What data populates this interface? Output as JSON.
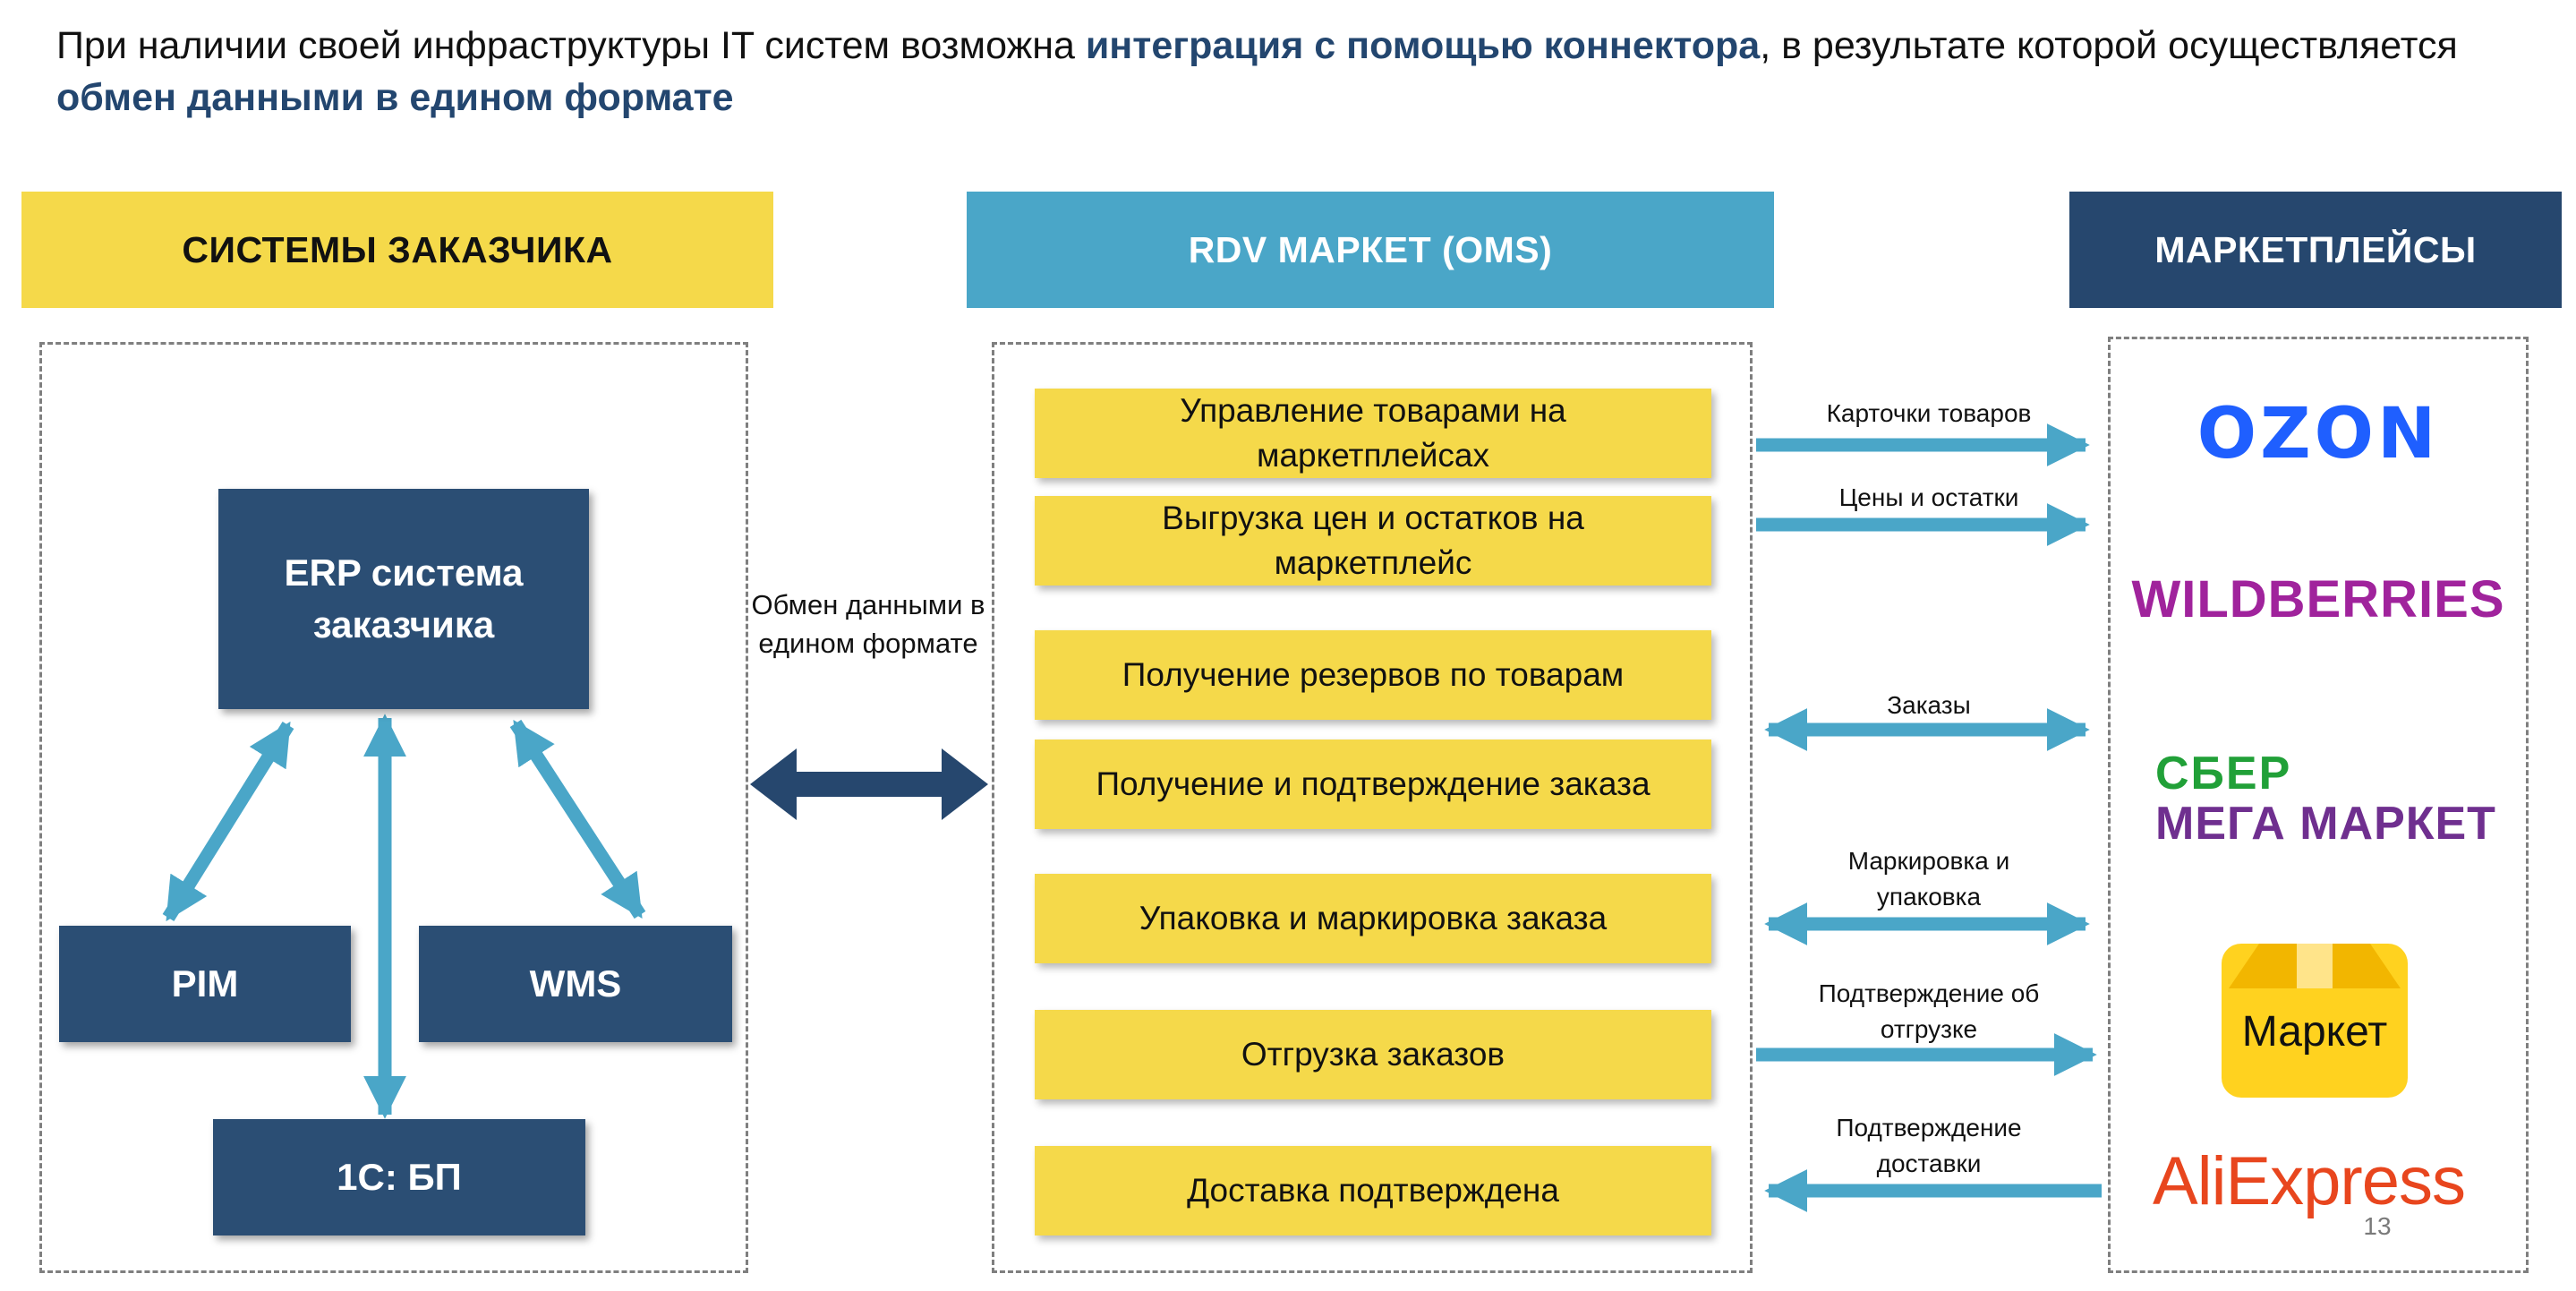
{
  "intro": {
    "part1": "При наличии своей инфраструктуры IT систем возможна ",
    "highlight1": "интеграция с помощью коннектора",
    "part2": ", в результате которой осуществляется ",
    "highlight2": "обмен данными в едином формате"
  },
  "headers": {
    "customer": "СИСТЕМЫ ЗАКАЗЧИКА",
    "oms": "RDV МАРКЕТ (OMS)",
    "marketplaces": "МАРКЕТПЛЕЙСЫ"
  },
  "customer_systems": {
    "erp": "ERP система заказчика",
    "pim": "PIM",
    "wms": "WMS",
    "onec": "1С: БП"
  },
  "exchange_label": "Обмен данными в едином формате",
  "oms_functions": [
    "Управление товарами на маркетплейсах",
    "Выгрузка цен и остатков на маркетплейс",
    "Получение резервов по товарам",
    "Получение и подтверждение заказа",
    "Упаковка и маркировка заказа",
    "Отгрузка заказов",
    "Доставка подтверждена"
  ],
  "flows": [
    "Карточки товаров",
    "Цены и остатки",
    "Заказы",
    "Маркировка и упаковка",
    "Подтверждение об отгрузке",
    "Подтверждение доставки"
  ],
  "marketplaces": {
    "ozon": "OZON",
    "wildberries": "WILDBERRIES",
    "sber_line1": "СБЕР",
    "sber_line2": "МЕГА МАРКЕТ",
    "yandex": "Маркет",
    "ali_a": "Ali",
    "ali_b": "Express"
  },
  "page_number": "13",
  "colors": {
    "yellow": "#f5d94a",
    "blue": "#4aa6c8",
    "navy": "#2b4e74",
    "text_highlight": "#23466f"
  }
}
